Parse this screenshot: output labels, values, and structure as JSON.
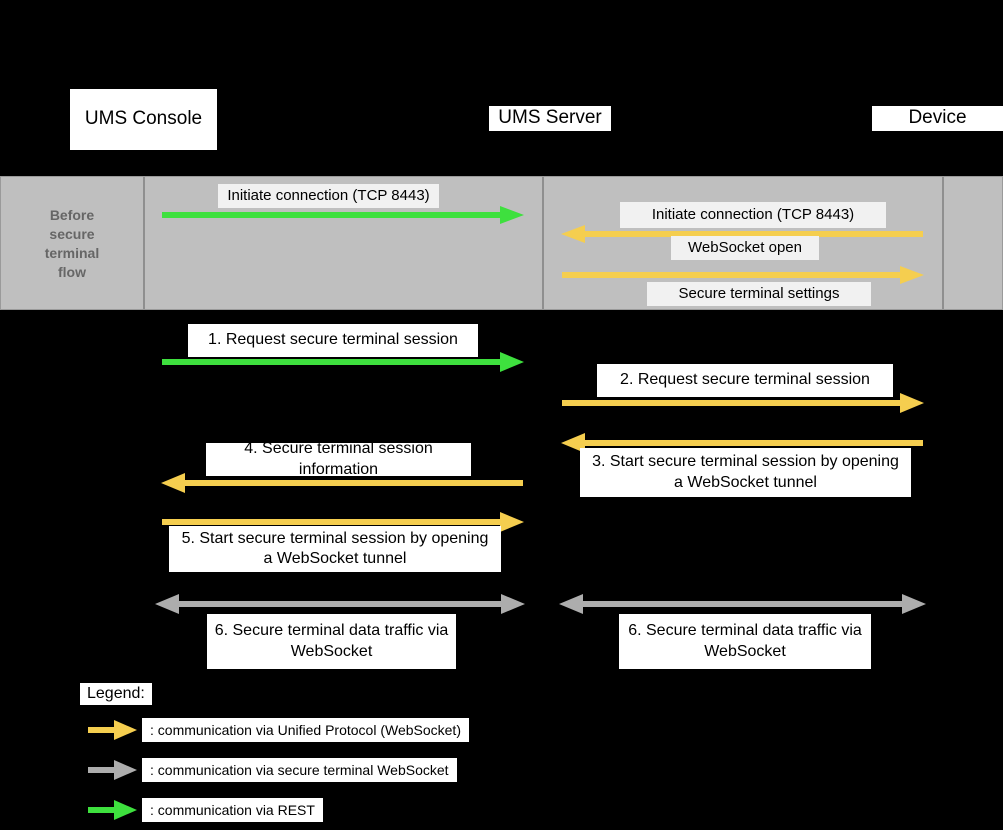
{
  "colors": {
    "background": "#000000",
    "band": "#bfbfbf",
    "band_text": "#666666",
    "label_box_white": "#ffffff",
    "label_box_gray": "#f1f1f1",
    "arrow_unified_protocol": "#f5ce4f",
    "arrow_secure_terminal": "#adadad",
    "arrow_rest": "#3ee03e"
  },
  "participants": [
    {
      "name": "ums-console",
      "label": "UMS Console"
    },
    {
      "name": "ums-server",
      "label": "UMS Server"
    },
    {
      "name": "device",
      "label": "Device"
    }
  ],
  "phase_band": {
    "label": "Before\nsecure\nterminal\nflow",
    "messages": [
      {
        "id": "band-1",
        "label": "Initiate connection (TCP 8443)",
        "type": "rest",
        "direction": "right",
        "from": "ums-console",
        "to": "ums-server"
      },
      {
        "id": "band-2",
        "label": "Initiate connection (TCP 8443)",
        "type": "unified",
        "direction": "left",
        "from": "device",
        "to": "ums-server"
      },
      {
        "id": "band-3",
        "label": "WebSocket open",
        "type": "unified",
        "direction": "left",
        "from": "device",
        "to": "ums-server"
      },
      {
        "id": "band-4",
        "label": "Secure terminal settings",
        "type": "unified",
        "direction": "right",
        "from": "ums-server",
        "to": "device"
      }
    ]
  },
  "flow_messages": [
    {
      "id": "step-1",
      "number": "1.",
      "label": "1.   Request secure terminal session",
      "type": "rest",
      "direction": "right",
      "lane": "left"
    },
    {
      "id": "step-2",
      "number": "2.",
      "label": "2.   Request secure terminal session",
      "type": "unified",
      "direction": "right",
      "lane": "right"
    },
    {
      "id": "step-3",
      "number": "3.",
      "label": "3.   Start secure terminal session by opening\na WebSocket tunnel",
      "type": "unified",
      "direction": "left",
      "lane": "right"
    },
    {
      "id": "step-4",
      "number": "4.",
      "label": "4.   Secure terminal session\ninformation",
      "type": "unified",
      "direction": "left",
      "lane": "left"
    },
    {
      "id": "step-5",
      "number": "5.",
      "label": "5.   Start secure terminal session by opening\na WebSocket tunnel",
      "type": "unified",
      "direction": "right",
      "lane": "left"
    },
    {
      "id": "step-6a",
      "number": "6.",
      "label": "6.   Secure terminal data traffic via\nWebSocket",
      "type": "secure",
      "direction": "both",
      "lane": "left"
    },
    {
      "id": "step-6b",
      "number": "6.",
      "label": "6.   Secure terminal data traffic via\nWebSocket",
      "type": "secure",
      "direction": "both",
      "lane": "right"
    }
  ],
  "legend": {
    "title": "Legend:",
    "items": [
      {
        "key": "unified",
        "text": ": communication via Unified Protocol (WebSocket)"
      },
      {
        "key": "secure",
        "text": ": communication via secure terminal WebSocket"
      },
      {
        "key": "rest",
        "text": ": communication via REST"
      }
    ]
  }
}
